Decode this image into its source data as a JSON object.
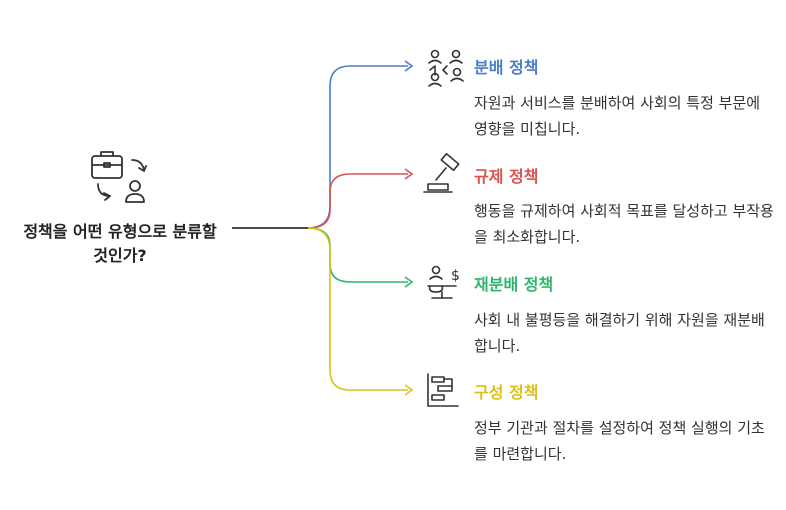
{
  "root": {
    "label": "정책을 어떤 유형으로 분류할 것인가?",
    "icon": "briefcase-person-cycle-icon"
  },
  "branches": [
    {
      "title": "분배 정책",
      "color": "#4a7ec9",
      "icon": "exchange-people-icon",
      "description": "자원과 서비스를 분배하여 사회의 특정 부문에 영향을 미칩니다."
    },
    {
      "title": "규제 정책",
      "color": "#d9534f",
      "icon": "gavel-icon",
      "description": "행동을 규제하여 사회적 목표를 달성하고 부작용을 최소화합니다."
    },
    {
      "title": "재분배 정책",
      "color": "#2fb56a",
      "icon": "money-balance-icon",
      "description": "사회 내 불평등을 해결하기 위해 자원을 재분배합니다."
    },
    {
      "title": "구성 정책",
      "color": "#d9c21a",
      "icon": "gantt-chart-icon",
      "description": "정부 기관과 절차를 설정하여 정책 실행의 기초를 마련합니다."
    }
  ]
}
